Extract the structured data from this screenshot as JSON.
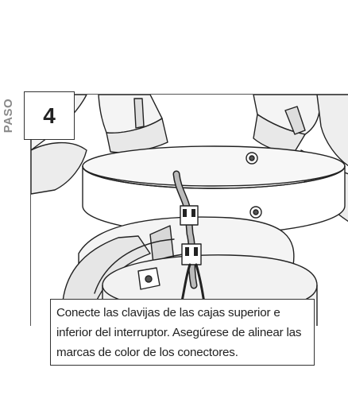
{
  "step": {
    "label": "PASO",
    "number": "4"
  },
  "caption": {
    "text": "Conecte las clavijas de las cajas superior e inferior del interruptor. Asegúrese de alinear las marcas de color de los conectores."
  },
  "illustration": {
    "icon": "fan-switch-housing-illustration"
  }
}
